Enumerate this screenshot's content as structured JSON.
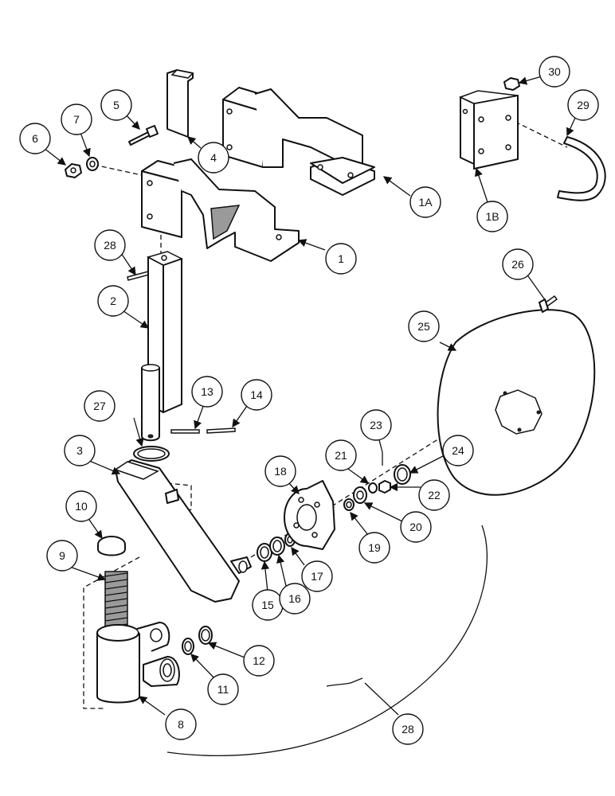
{
  "labels": {
    "p1": "1",
    "p1a": "1A",
    "p1b": "1B",
    "p2": "2",
    "p3": "3",
    "p4": "4",
    "p5": "5",
    "p6": "6",
    "p7": "7",
    "p8": "8",
    "p9": "9",
    "p10": "10",
    "p11": "11",
    "p12": "12",
    "p13": "13",
    "p14": "14",
    "p15": "15",
    "p16": "16",
    "p17": "17",
    "p18": "18",
    "p19": "19",
    "p20": "20",
    "p21": "21",
    "p22": "22",
    "p23": "23",
    "p24": "24",
    "p25": "25",
    "p26": "26",
    "p27": "27",
    "p28a": "28",
    "p28b": "28",
    "p29": "29",
    "p30": "30"
  }
}
